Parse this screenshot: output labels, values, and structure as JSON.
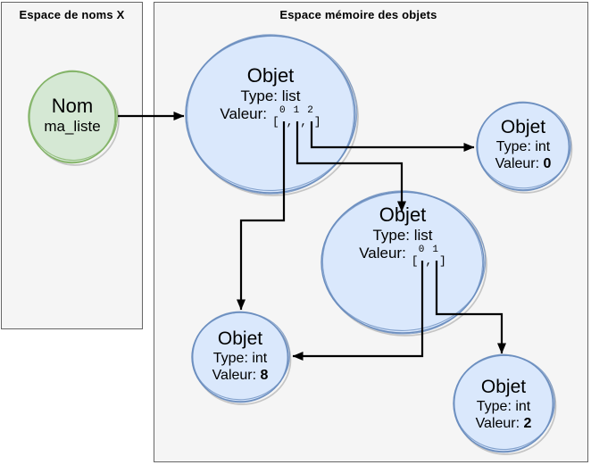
{
  "boxes": {
    "namespace": {
      "title": "Espace de noms X"
    },
    "memory": {
      "title": "Espace mémoire des objets"
    }
  },
  "nodes": {
    "name": {
      "title": "Nom",
      "variable": "ma_liste"
    },
    "list1": {
      "title": "Objet",
      "type": "Type: list",
      "value_label": "Valeur:",
      "indices": "0 1 2",
      "brackets": "[ , , ]"
    },
    "list2": {
      "title": "Objet",
      "type": "Type: list",
      "value_label": "Valeur:",
      "indices": "0 1",
      "brackets": "[ , ]"
    },
    "int0": {
      "title": "Objet",
      "type": "Type: int",
      "value_label": "Valeur:",
      "value": "0"
    },
    "int8": {
      "title": "Objet",
      "type": "Type: int",
      "value_label": "Valeur:",
      "value": "8"
    },
    "int2": {
      "title": "Objet",
      "type": "Type: int",
      "value_label": "Valeur:",
      "value": "2"
    }
  },
  "edges": [
    {
      "from": "name-ma_liste",
      "to": "list-object"
    },
    {
      "from": "list-object-slot-0",
      "to": "int-object-8"
    },
    {
      "from": "list-object-slot-1",
      "to": "nested-list-object"
    },
    {
      "from": "list-object-slot-2",
      "to": "int-object-0"
    },
    {
      "from": "nested-list-slot-0",
      "to": "int-object-8"
    },
    {
      "from": "nested-list-slot-1",
      "to": "int-object-2"
    }
  ],
  "colors": {
    "object_fill": "#dae8fc",
    "object_stroke": "#6c8ebf",
    "name_fill": "#d5e8d4",
    "name_stroke": "#82b366",
    "box_fill": "#f5f5f5",
    "box_stroke": "#666666",
    "arrow": "#000000"
  }
}
